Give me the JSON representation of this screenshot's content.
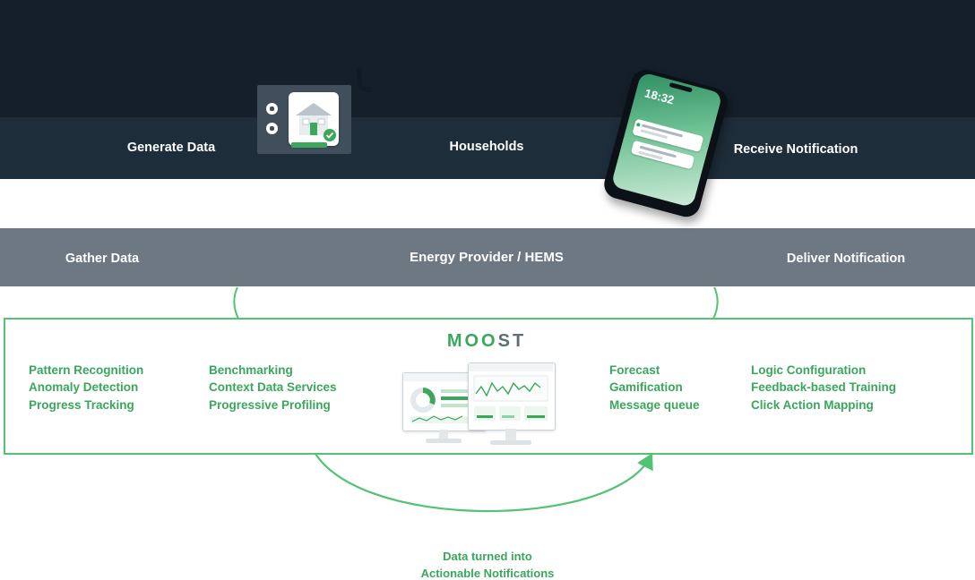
{
  "bands": {
    "households": {
      "left_label": "Generate Data",
      "center_label": "Households",
      "right_label": "Receive Notification"
    },
    "provider": {
      "left_label": "Gather Data",
      "center_label": "Energy Provider / HEMS",
      "right_label": "Deliver Notification"
    }
  },
  "platform": {
    "logo_letters": [
      "M",
      "O",
      "O",
      "S",
      "T"
    ],
    "col1": [
      "Pattern Recognition",
      "Anomaly Detection",
      "Progress Tracking"
    ],
    "col2": [
      "Benchmarking",
      "Context Data Services",
      "Progressive Profiling"
    ],
    "col3": [
      "Forecast",
      "Gamification",
      "Message queue"
    ],
    "col4": [
      "Logic Configuration",
      "Feedback-based Training",
      "Click Action Mapping"
    ]
  },
  "phone": {
    "time": "18:32"
  },
  "loop_caption": {
    "line1": "Data turned into",
    "line2": "Actionable Notifications"
  },
  "colors": {
    "green": "#3aa75c",
    "border_green": "#52c273",
    "dark": "#141f29",
    "band": "#1e2d3a",
    "gray_band": "#6e7882"
  }
}
